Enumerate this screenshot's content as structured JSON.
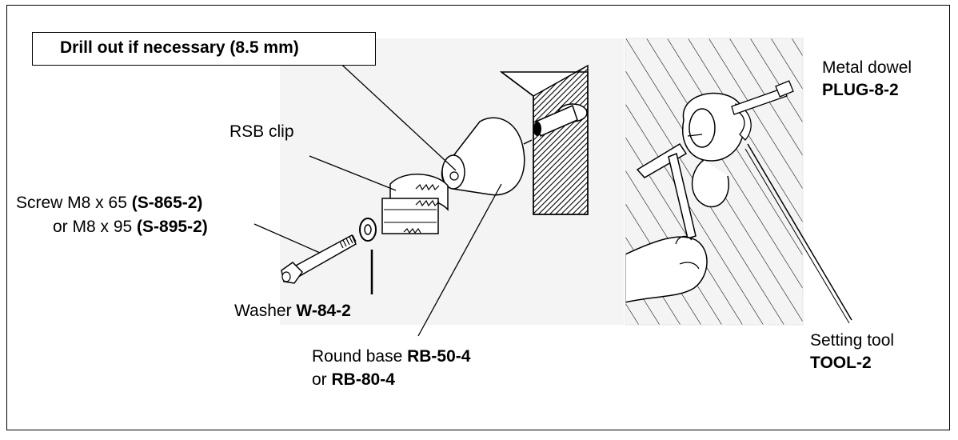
{
  "callout": "Drill out if necessary (8.5 mm)",
  "labels": {
    "rsb_clip": "RSB clip",
    "screw_line1_prefix": "Screw  M8 x 65 ",
    "screw_line1_code": "(S-865-2)",
    "screw_line2_prefix": "or  M8 x 95 ",
    "screw_line2_code": "(S-895-2)",
    "washer_prefix": "Washer ",
    "washer_code": "W-84-2",
    "round_base_line1_prefix": "Round base ",
    "round_base_line1_code": "RB-50-4",
    "round_base_line2_prefix": "or ",
    "round_base_line2_code": "RB-80-4",
    "metal_dowel_name": "Metal dowel",
    "metal_dowel_code": "PLUG-8-2",
    "setting_tool_name": "Setting tool",
    "setting_tool_code": "TOOL-2"
  },
  "colors": {
    "line": "#000000",
    "panel": "#f4f4f4",
    "paper": "#ffffff"
  }
}
